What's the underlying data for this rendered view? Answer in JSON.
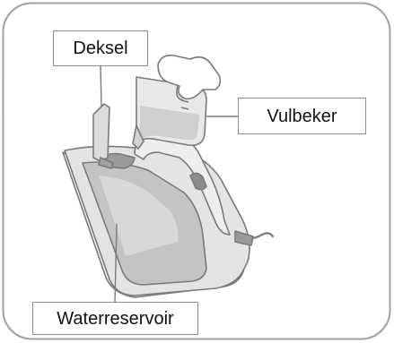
{
  "labels": {
    "lid": "Deksel",
    "cup": "Vulbeker",
    "reservoir": "Waterreservoir"
  },
  "colors": {
    "frame": "#999999",
    "line": "#7a7a7a",
    "iron_gray": "#c8c8c8",
    "iron_light": "#e6e6e6",
    "iron_dark": "#8c8c8c"
  }
}
